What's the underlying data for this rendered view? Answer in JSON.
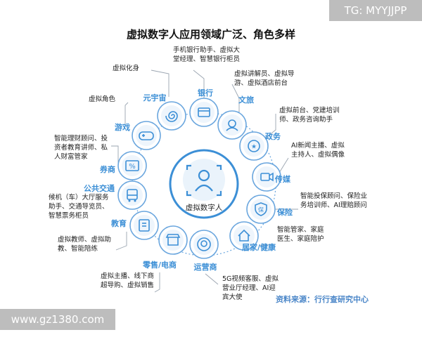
{
  "watermark_top": "TG: MYYJJPP",
  "watermark_bottom": "www.gz1380.com",
  "title": "虚拟数字人应用领域广泛、角色多样",
  "center": {
    "label": "虚拟数字人",
    "icon": "face-scan-icon"
  },
  "source": "资料来源：行行查研究中心",
  "colors": {
    "accent": "#3c8fd6",
    "ring": "#6aa6de",
    "line": "#9aa4b0"
  },
  "domains": [
    {
      "key": "bank",
      "label": "银行",
      "icon": "card-icon",
      "desc": [
        "手机银行助手、虚拟大",
        "堂经理、智慧银行柜员"
      ]
    },
    {
      "key": "culture",
      "label": "文旅",
      "icon": "guide-icon",
      "desc": [
        "虚拟讲解员、虚拟导",
        "游、虚拟酒店前台"
      ]
    },
    {
      "key": "gov",
      "label": "政务",
      "icon": "emblem-icon",
      "desc": [
        "虚拟前台、党建培训",
        "师、政务咨询助手"
      ]
    },
    {
      "key": "media",
      "label": "传媒",
      "icon": "camera-icon",
      "desc": [
        "AI新闻主播、虚拟",
        "主持人、虚拟偶像"
      ]
    },
    {
      "key": "insurance",
      "label": "保险",
      "icon": "shield-icon",
      "desc": [
        "智能投保顾问、保险业",
        "务培训师、AI理赔顾问"
      ]
    },
    {
      "key": "home",
      "label": "居家/健康",
      "icon": "home-icon",
      "desc": [
        "智能管家、家庭",
        "医生、家庭陪护"
      ]
    },
    {
      "key": "telecom",
      "label": "运营商",
      "icon": "agent-icon",
      "desc": [
        "5G视频客服、虚拟",
        "营业厅经理、AI迎",
        "宾大使"
      ]
    },
    {
      "key": "retail",
      "label": "零售/电商",
      "icon": "shop-icon",
      "desc": [
        "虚拟主播、线下商",
        "超导购、虚拟销售"
      ]
    },
    {
      "key": "edu",
      "label": "教育",
      "icon": "book-icon",
      "desc": [
        "虚拟教师、虚拟助",
        "教、智能陪练"
      ]
    },
    {
      "key": "transit",
      "label": "公共交通",
      "icon": "bus-icon",
      "desc": [
        "候机（车）大厅服务",
        "助手、交通导览员、",
        "智慧票务柜员"
      ]
    },
    {
      "key": "broker",
      "label": "券商",
      "icon": "percent-icon",
      "desc": [
        "智能理财顾问、投",
        "资者教育讲师、私",
        "人财富管家"
      ]
    },
    {
      "key": "game",
      "label": "游戏",
      "icon": "gamepad-icon",
      "desc": [
        "虚拟角色"
      ]
    },
    {
      "key": "meta",
      "label": "元宇宙",
      "icon": "spiral-icon",
      "desc": [
        "虚拟化身"
      ]
    }
  ]
}
